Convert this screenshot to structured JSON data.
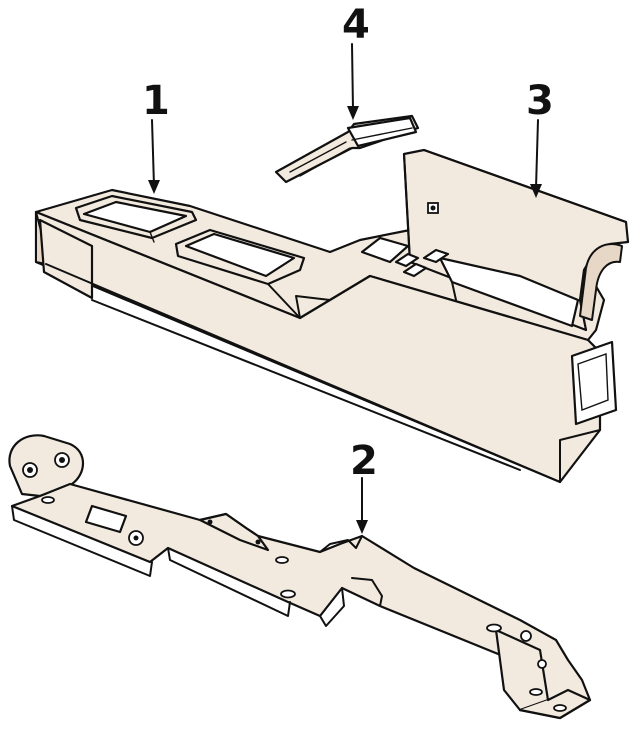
{
  "callouts": [
    {
      "id": "1",
      "label": "1"
    },
    {
      "id": "2",
      "label": "2"
    },
    {
      "id": "3",
      "label": "3"
    },
    {
      "id": "4",
      "label": "4"
    }
  ],
  "colors": {
    "ink": "#111111",
    "paper": "#ffffff",
    "part_fill": "#f3eadf"
  }
}
